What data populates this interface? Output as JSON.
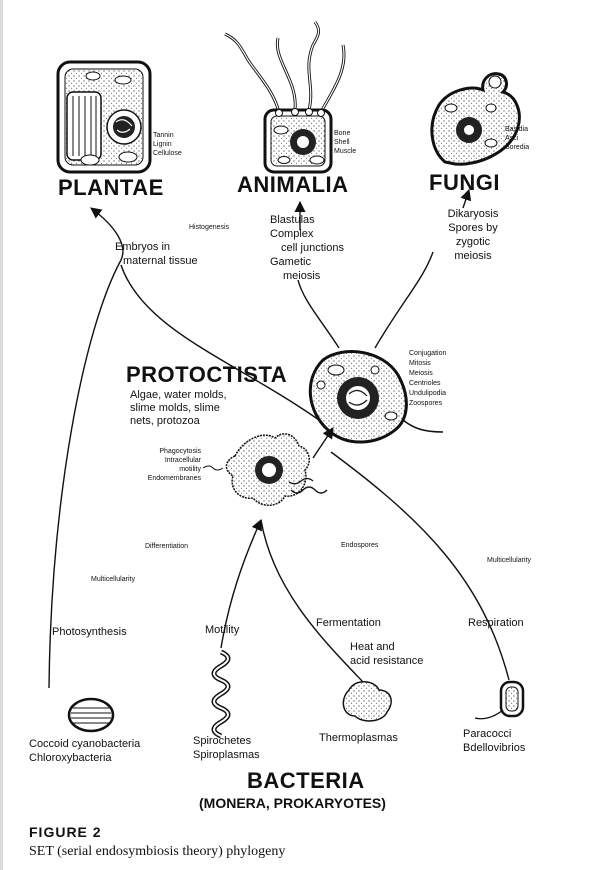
{
  "kingdoms": {
    "plantae": "PLANTAE",
    "animalia": "ANIMALIA",
    "fungi": "FUNGI",
    "protoctista": "PROTOCTISTA",
    "bacteria": "BACTERIA",
    "bacteria_sub": "(MONERA, PROKARYOTES)"
  },
  "plantae_traits": [
    "Tannin",
    "Lignin",
    "Cellulose"
  ],
  "animalia_traits": [
    "Bone",
    "Shell",
    "Muscle"
  ],
  "fungi_traits": [
    "Basidia",
    "Asci",
    "Soredia"
  ],
  "transitions": {
    "histogenesis": "Histogenesis",
    "embryos": [
      "Embryos in",
      "maternal tissue"
    ],
    "animal_path": [
      "Blastulas",
      "Complex",
      "cell junctions",
      "Gametic",
      "meiosis"
    ],
    "fungi_path": [
      "Dikaryosis",
      "Spores by",
      "zygotic",
      "meiosis"
    ],
    "differentiation": "Differentiation",
    "endospores": "Endospores",
    "multicellularity_left": "Multicellularity",
    "multicellularity_right": "Multicellularity",
    "photosynthesis": "Photosynthesis",
    "motility": "Motility",
    "fermentation": "Fermentation",
    "heat": [
      "Heat and",
      "acid resistance"
    ],
    "respiration": "Respiration"
  },
  "protoctista_desc": [
    "Algae, water molds,",
    "slime molds, slime",
    "nets, protozoa"
  ],
  "protoctista_traits": [
    "Conjugation",
    "Mitosis",
    "Meiosis",
    "Centrioles",
    "Undulipodia",
    "Zoospores"
  ],
  "amoeba_traits": [
    "Phagocytosis",
    "Intracellular",
    "motility",
    "Endomembranes"
  ],
  "bacteria_groups": {
    "cyano": [
      "Coccoid cyanobacteria",
      "Chloroxybacteria"
    ],
    "spiro": [
      "Spirochetes",
      "Spiroplasmas"
    ],
    "thermo": [
      "Thermoplasmas"
    ],
    "para": [
      "Paracocci",
      "Bdellovibrios"
    ]
  },
  "figure": {
    "label": "FIGURE 2",
    "caption": "SET (serial endosymbiosis theory) phylogeny"
  }
}
